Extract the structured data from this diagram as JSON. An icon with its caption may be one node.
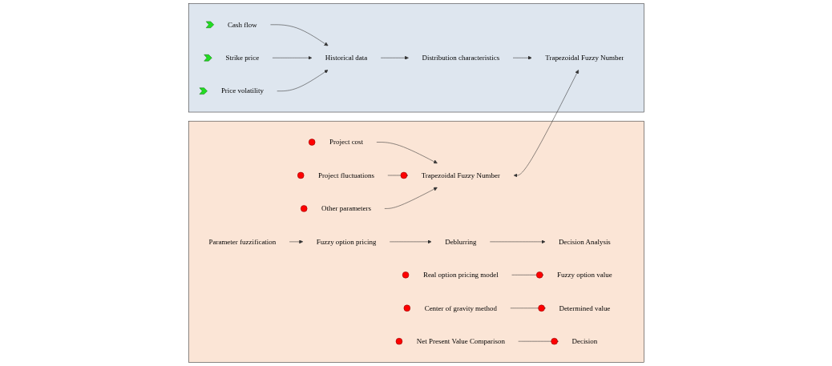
{
  "diagram": {
    "nodes": [
      {
        "text": [],
        "shape": "box"
      },
      {
        "text": [
          "Parameter fuzzification"
        ],
        "in": 0
      },
      {
        "text": [
          "Fuzzy option pricing"
        ],
        "in": 0
      },
      {
        "text": [
          "Deblurring"
        ],
        "in": 0
      },
      {
        "text": [
          "Decision Analysis"
        ],
        "in": 0
      },
      {
        "text": [],
        "shape": "circle",
        "beside": [
          "Project cost"
        ],
        "in": 0
      },
      {
        "text": [],
        "shape": "circle",
        "beside": [
          "Project fluctuations"
        ],
        "in": 0
      },
      {
        "text": [],
        "shape": "circle",
        "beside": [
          "Other parameters"
        ],
        "in": 0
      },
      {
        "text": [],
        "shape": "circle",
        "beside": [
          "Trapezoidal Fuzzy Number"
        ],
        "in": 0
      },
      {
        "text": [],
        "shape": "circle",
        "beside": [
          "Real option pricing model"
        ],
        "in": 0
      },
      {
        "text": [],
        "shape": "circle",
        "beside": [
          "Fuzzy option value"
        ],
        "in": 0
      },
      {
        "text": [],
        "shape": "circle",
        "beside": [
          "Center of gravity method"
        ],
        "in": 0
      },
      {
        "text": [],
        "shape": "circle",
        "beside": [
          "Determined value"
        ],
        "in": 0
      },
      {
        "text": [],
        "shape": "circle",
        "beside": [
          "Net Present Value Comparison"
        ],
        "in": 0
      },
      {
        "text": [],
        "shape": "circle",
        "beside": [
          "Decision"
        ],
        "in": 0
      },
      {
        "text": [],
        "shape": "box"
      },
      {
        "text": [],
        "shape": "chevron",
        "beside": [
          "Cash flow"
        ],
        "in": 15
      },
      {
        "text": [],
        "shape": "chevron",
        "beside": [
          "Strike price"
        ],
        "in": 15
      },
      {
        "text": [],
        "shape": "chevron",
        "beside": [
          "Price volatility"
        ],
        "in": 15
      },
      {
        "text": [
          "Historical data"
        ],
        "in": 15
      },
      {
        "text": [
          "Distribution characteristics"
        ],
        "in": 15
      },
      {
        "text": [
          "Trapezoidal Fuzzy Number"
        ],
        "in": 15
      }
    ],
    "edges": [
      {
        "from": 1,
        "to": 2,
        "arrow": "to"
      },
      {
        "from": 2,
        "to": 3,
        "arrow": "to"
      },
      {
        "from": 3,
        "to": 4,
        "arrow": "to"
      },
      {
        "from": 5,
        "to": 8,
        "arrow": "to"
      },
      {
        "from": 6,
        "to": 8,
        "arrow": "to"
      },
      {
        "from": 7,
        "to": 8,
        "arrow": "to"
      },
      {
        "from": 9,
        "to": 10,
        "arrow": "to"
      },
      {
        "from": 11,
        "to": 12,
        "arrow": "to"
      },
      {
        "from": 13,
        "to": 14,
        "arrow": "to"
      },
      {
        "from": 16,
        "to": 19,
        "arrow": "to"
      },
      {
        "from": 17,
        "to": 19,
        "arrow": "to"
      },
      {
        "from": 18,
        "to": 19,
        "arrow": "to"
      },
      {
        "from": 19,
        "to": 20,
        "arrow": "to"
      },
      {
        "from": 20,
        "to": 21,
        "arrow": "to"
      },
      {
        "from": 8,
        "to": 21,
        "arrow": "both"
      }
    ]
  }
}
